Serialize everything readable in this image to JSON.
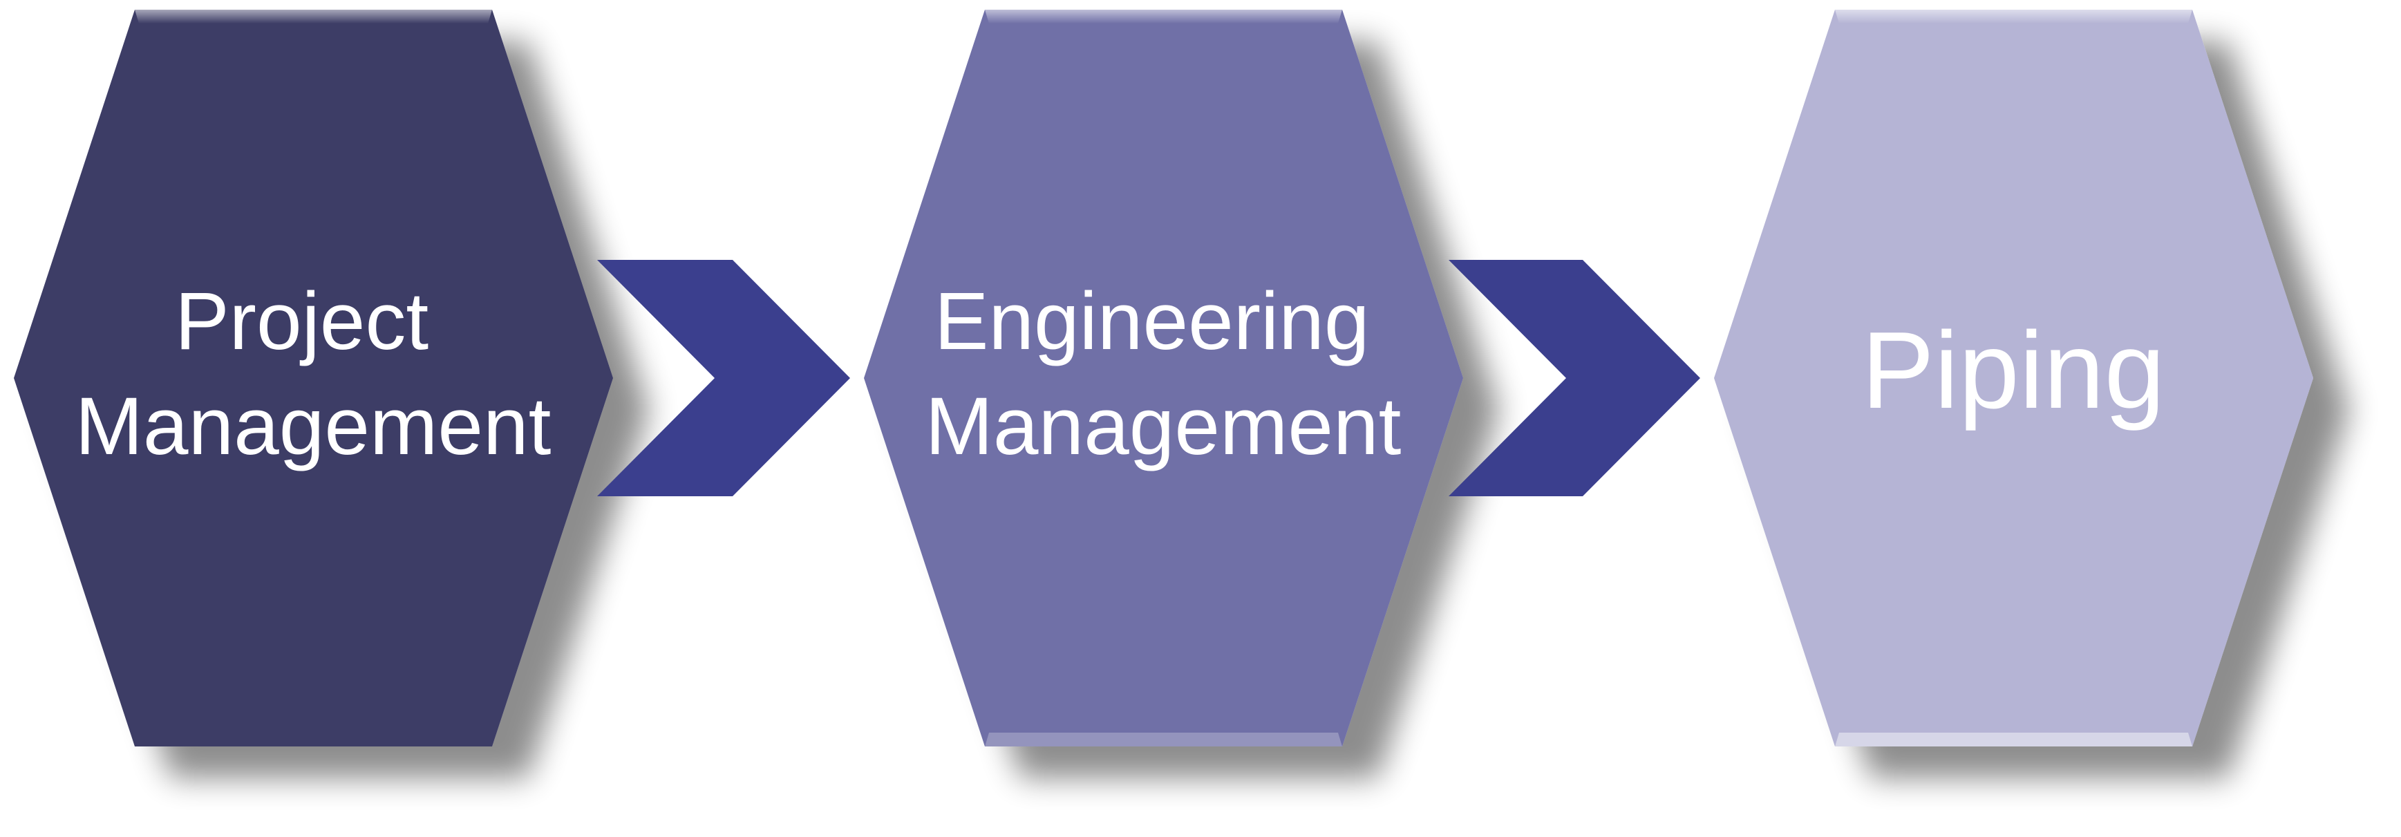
{
  "steps": [
    {
      "lines": [
        "Project",
        "Management"
      ],
      "color": "#3E3D66"
    },
    {
      "lines": [
        "Engineering",
        "Management"
      ],
      "color": "#6F6FA7"
    },
    {
      "lines": [
        "Piping"
      ],
      "color": "#B5B4D5"
    }
  ],
  "colors": {
    "arrow": "#3B3F8E",
    "background": "#FFFFFF"
  },
  "icons": {
    "connector": "chevron-right-icon"
  }
}
